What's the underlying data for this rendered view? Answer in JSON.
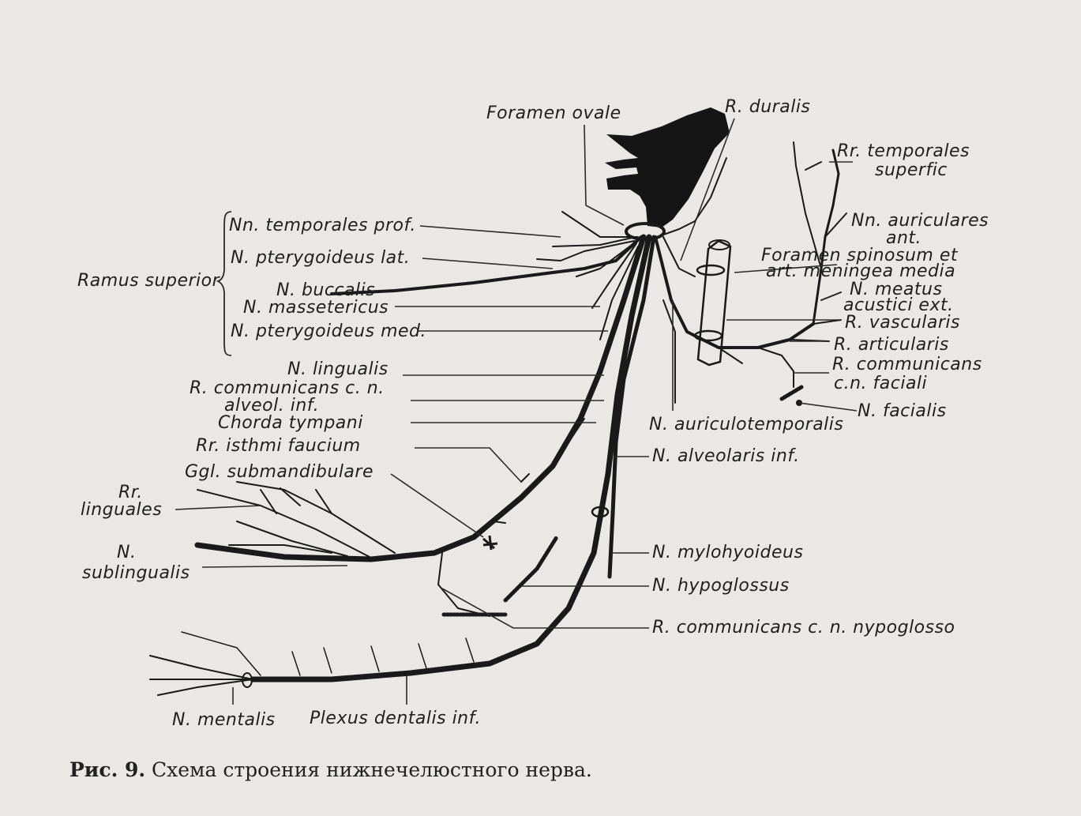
{
  "labels": {
    "foramen_ovale": "Foramen ovale",
    "r_duralis": "R. duralis",
    "rr_temporales_superfic_1": "Rr. temporales",
    "rr_temporales_superfic_2": "superfic",
    "nn_auriculares_ant_1": "Nn. auriculares",
    "nn_auriculares_ant_2": "ant.",
    "foramen_spinosum_1": "Foramen spinosum et",
    "foramen_spinosum_2": "art. meningea media",
    "n_meatus_1": "N. meatus",
    "n_meatus_2": "acustici ext.",
    "r_vascularis": "R. vascularis",
    "r_articularis": "R. articularis",
    "r_communicans_facial_1": "R. communicans",
    "r_communicans_facial_2": "c.n. faciali",
    "n_facialis": "N. facialis",
    "n_auriculotemporalis": "N. auriculotemporalis",
    "n_alveolaris_inf": "N. alveolaris inf.",
    "n_mylohyoideus": "N. mylohyoideus",
    "n_hypoglossus": "N. hypoglossus",
    "r_communicans_hypoglosso": "R. communicans c. n. nypoglosso",
    "nn_temporales_prof": "Nn. temporales prof.",
    "n_pterygoideus_lat": "N. pterygoideus lat.",
    "ramus_superior": "Ramus superior",
    "n_buccalis": "N. buccalis",
    "n_massetericus": "N. massetericus",
    "n_pterygoideus_med": "N. pterygoideus med.",
    "n_lingualis": "N. lingualis",
    "r_communicans_alveol_1": "R. communicans c. n.",
    "r_communicans_alveol_2": "alveol. inf.",
    "chorda_tympani": "Chorda tympani",
    "rr_isthmi_faucium": "Rr. isthmi faucium",
    "ggl_submandibulare": "Ggl. submandibulare",
    "rr_linguales_1": "Rr.",
    "rr_linguales_2": "linguales",
    "n_sublingualis_1": "N.",
    "n_sublingualis_2": "sublingualis",
    "n_mentalis": "N. mentalis",
    "plexus_dentalis_inf": "Plexus dentalis inf."
  },
  "caption": {
    "number": "Рис. 9.",
    "text": "Схема строения нижнечелюстного нерва."
  }
}
